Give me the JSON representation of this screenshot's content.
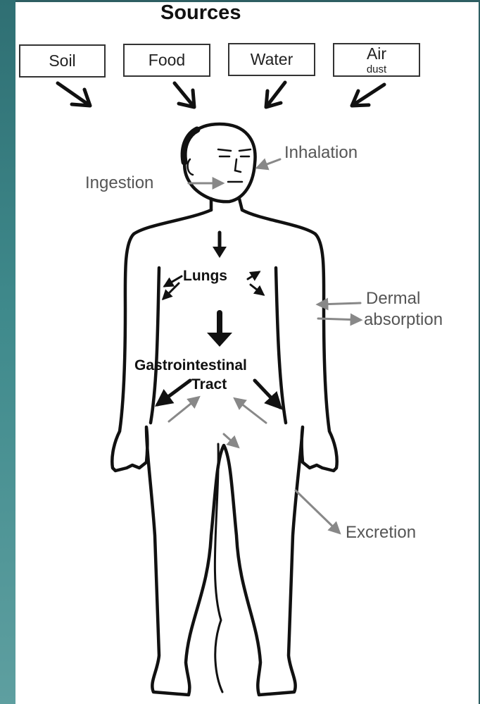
{
  "title": "Sources",
  "sources": [
    {
      "label": "Soil"
    },
    {
      "label": "Food"
    },
    {
      "label": "Water"
    },
    {
      "label": "Air",
      "sublabel": "dust"
    }
  ],
  "labels": {
    "inhalation": "Inhalation",
    "ingestion": "Ingestion",
    "lungs": "Lungs",
    "gi_line1": "Gastrointestinal",
    "gi_line2": "Tract",
    "dermal_line1": "Dermal",
    "dermal_line2": "absorption",
    "excretion": "Excretion"
  },
  "colors": {
    "primary_arrow": "#111111",
    "secondary_arrow": "#888888",
    "side_band": "#3f8a8c"
  }
}
